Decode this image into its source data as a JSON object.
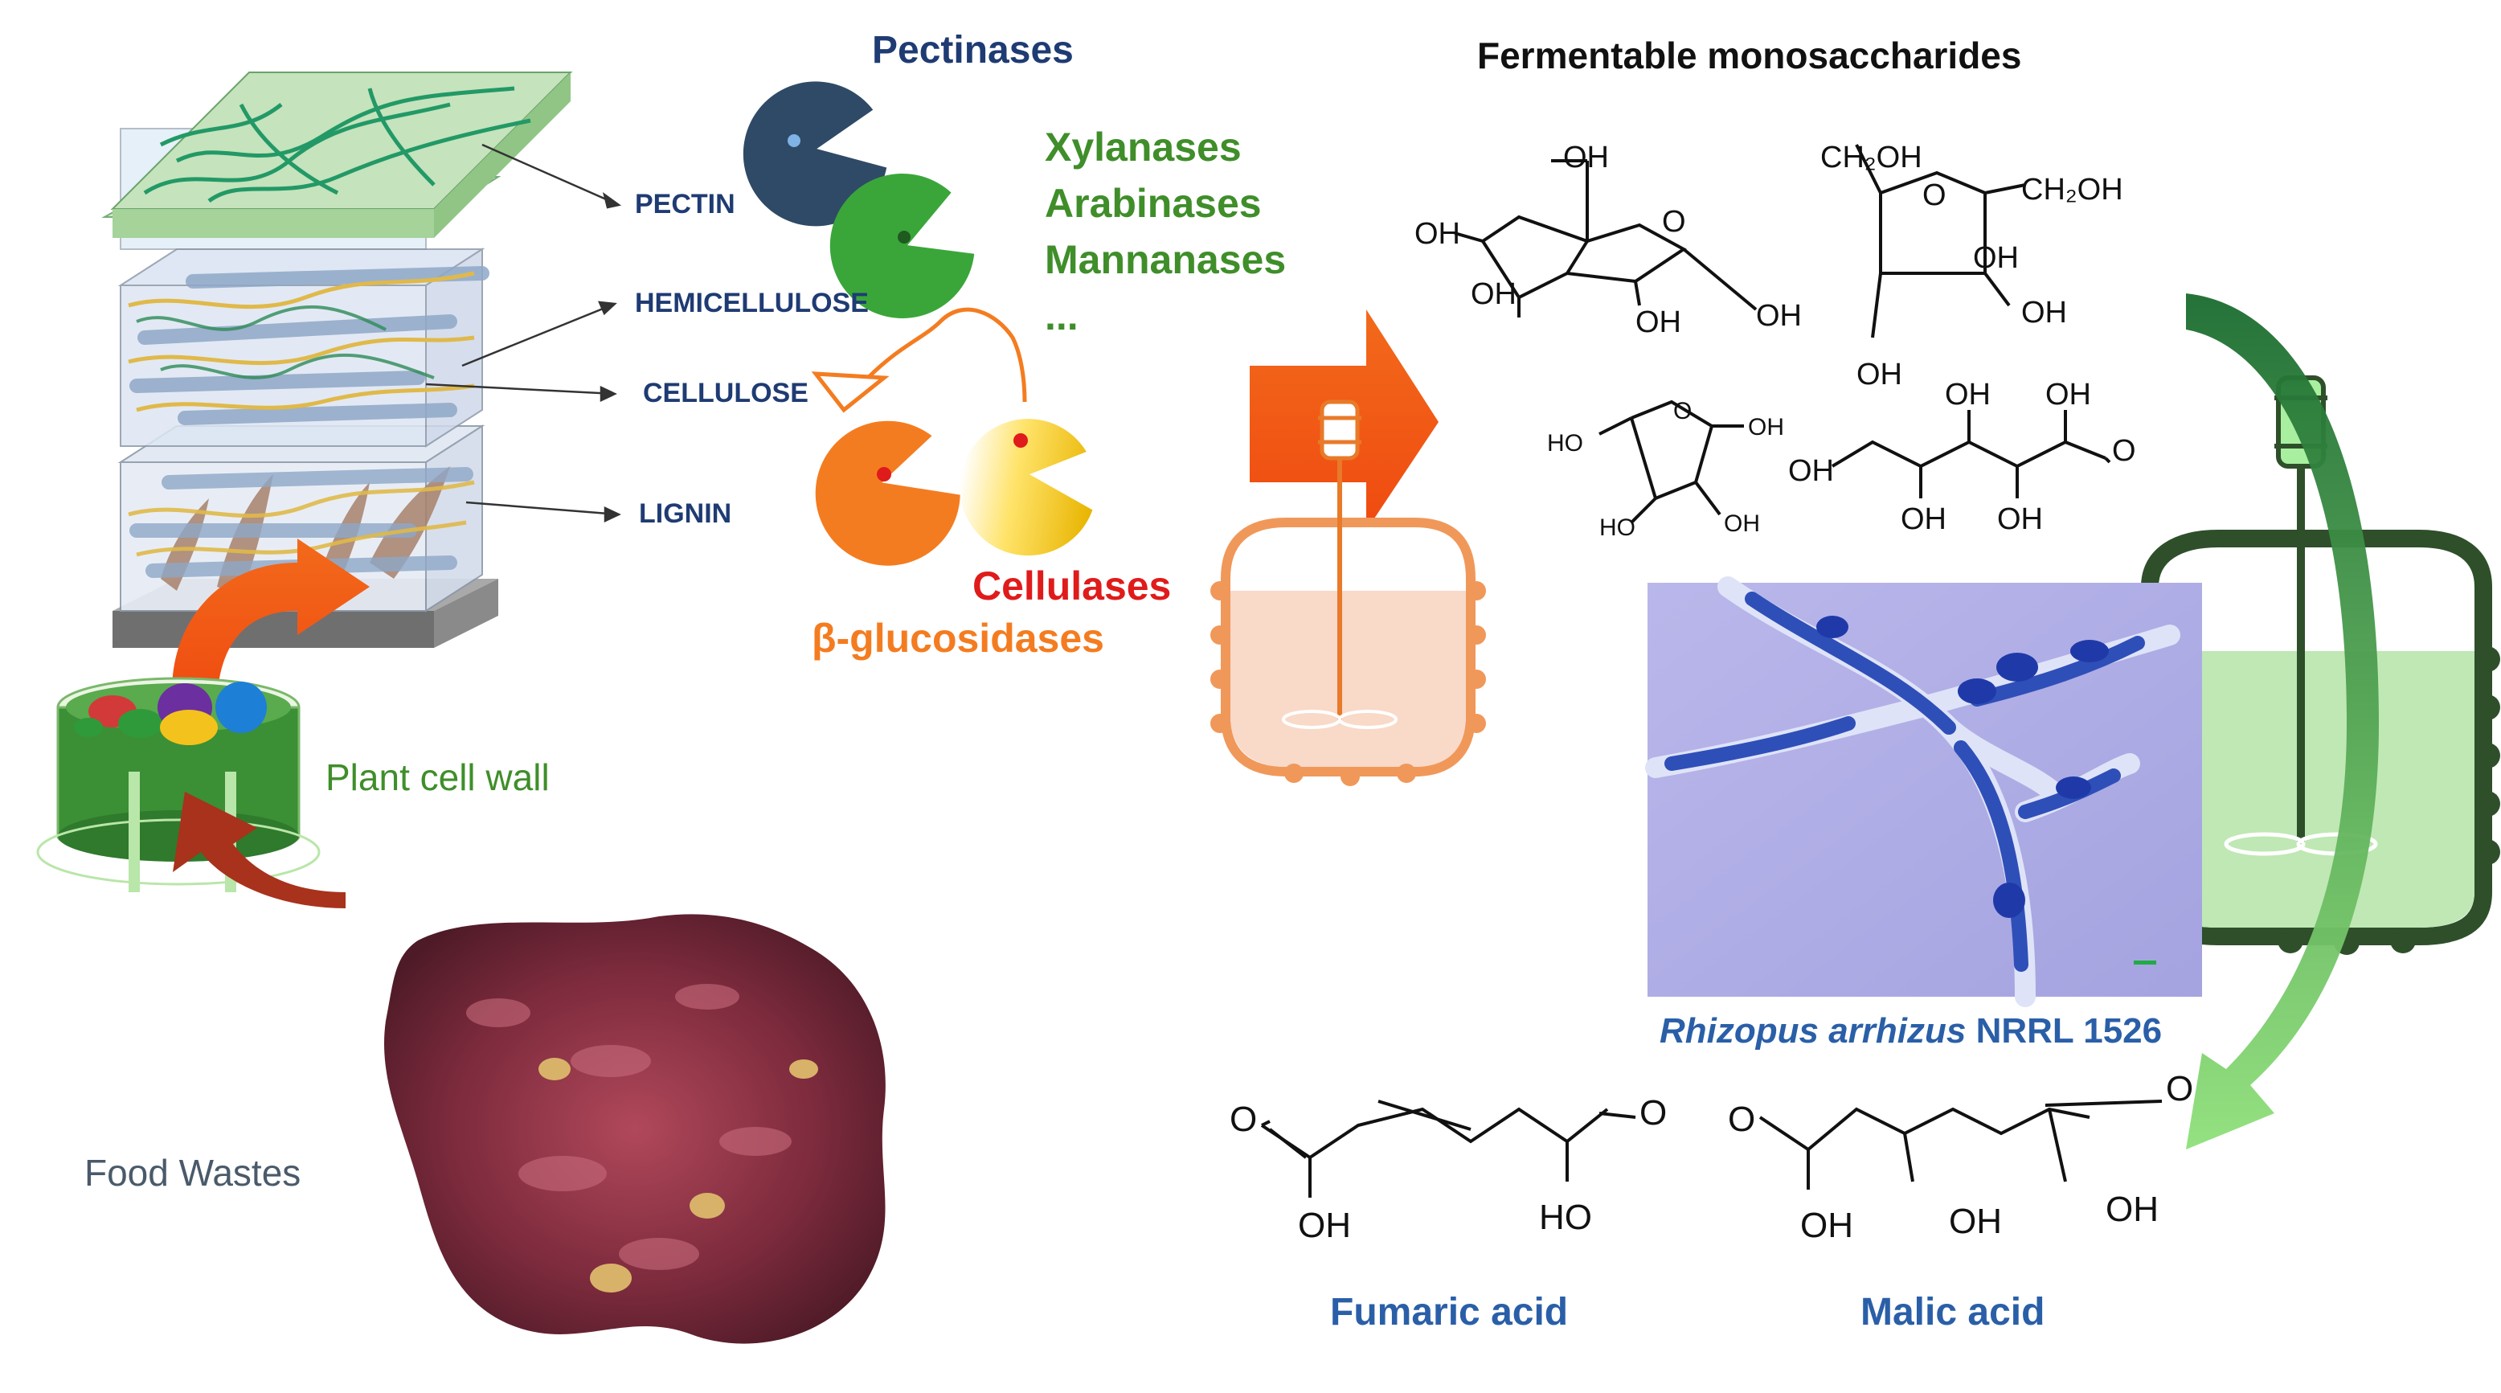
{
  "layers": {
    "pectin": "PECTIN",
    "hemicellulose": "HEMICELLULOSE",
    "cellulose": "CELLULOSE",
    "lignin": "LIGNIN"
  },
  "enzymes": {
    "pectinases": "Pectinases",
    "xylanases": "Xylanases",
    "arabinases": "Arabinases",
    "mannanases": "Mannanases",
    "ellipsis": "...",
    "cellulases": "Cellulases",
    "beta_glucosidases": "β-glucosidases"
  },
  "labels": {
    "plant_cell_wall": "Plant cell wall",
    "food_wastes": "Food Wastes",
    "fermentable": "Fermentable monosaccharides",
    "organism_italic": "Rhizopus arrhizus",
    "organism_strain": "NRRL 1526",
    "fumaric": "Fumaric acid",
    "malic": "Malic acid"
  },
  "chem": {
    "oh": "OH",
    "ho": "HO",
    "o": "O",
    "ch2oh": "CH₂OH"
  },
  "colors": {
    "navy": "#1f3b73",
    "green": "#3f8e2a",
    "orange": "#f47c20",
    "red": "#e01b1b",
    "acid_blue": "#2a5fa8",
    "reactor_green": "#2e4f2a"
  }
}
